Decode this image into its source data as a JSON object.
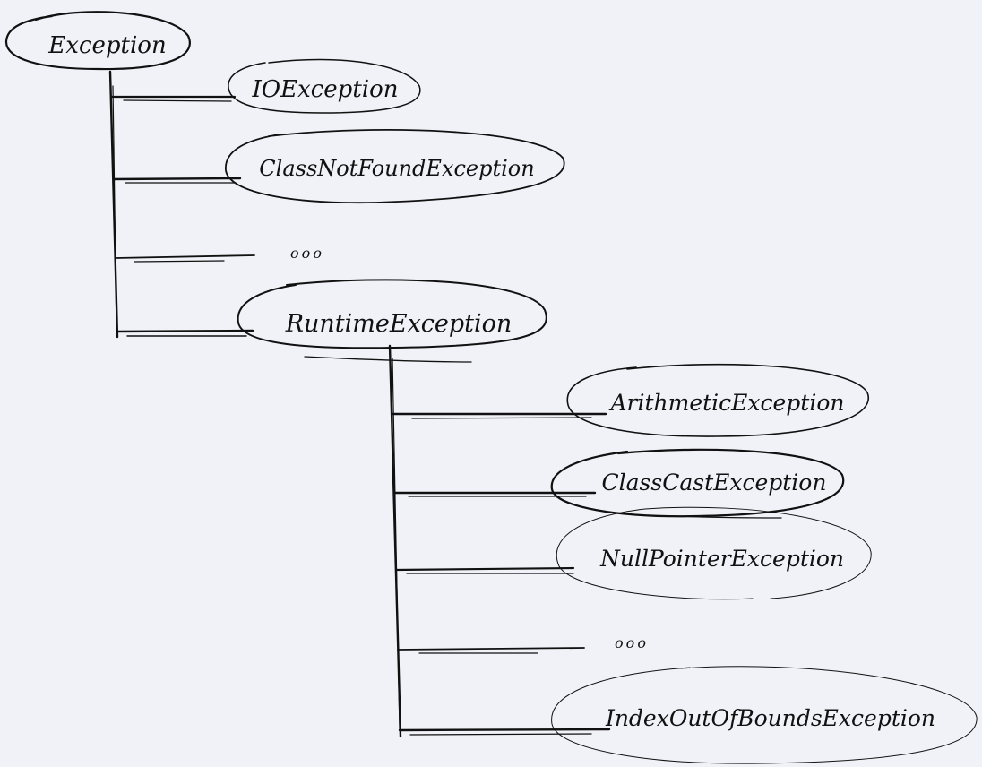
{
  "diagram": {
    "nodes": {
      "exception": "Exception",
      "io_exception": "IOException",
      "class_not_found_exception": "ClassNotFoundException",
      "ellipsis_top": "ooo",
      "runtime_exception": "RuntimeException",
      "arithmetic_exception": "ArithmeticException",
      "class_cast_exception": "ClassCastException",
      "null_pointer_exception": "NullPointerException",
      "ellipsis_bottom": "ooo",
      "index_out_of_bounds_exception": "IndexOutOfBoundsException"
    },
    "colors": {
      "background": "#f1f1f8",
      "ink": "#111111"
    }
  }
}
